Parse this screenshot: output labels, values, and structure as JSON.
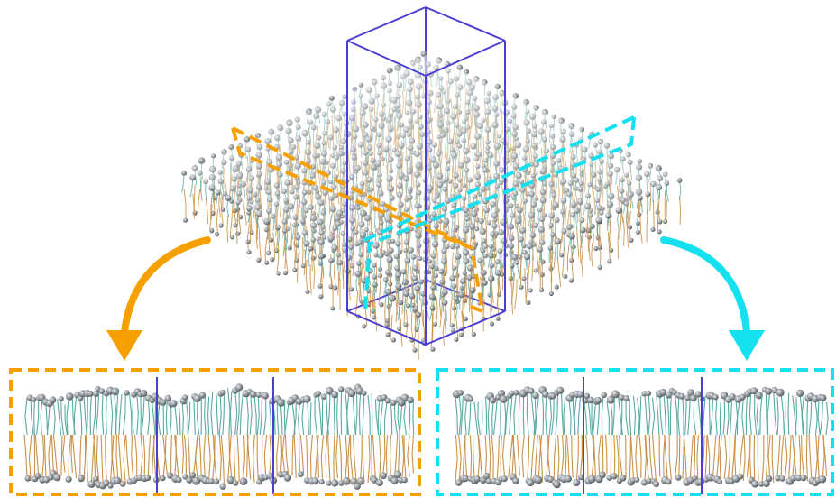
{
  "figure": {
    "colors": {
      "box": "#4a3fd1",
      "upper_leaflet_tails": "#5aa9a3",
      "lower_leaflet_tails": "#c8904a",
      "headgroup": "#8f959a",
      "orange_cut": "#f5a000",
      "cyan_cut": "#14e0f0",
      "background": "#ffffff"
    },
    "components": {
      "membrane_3d": "lipid-bilayer-perspective",
      "simulation_box": "periodic-box-outline",
      "orange_plane": "cross-section-orange",
      "cyan_plane": "cross-section-cyan",
      "left_panel": "orange-slice-periodic-images",
      "right_panel": "cyan-slice-periodic-images"
    },
    "left_panel": {
      "periodic_images": 3,
      "frame_color": "#f5a000"
    },
    "right_panel": {
      "periodic_images": 3,
      "frame_color": "#14e0f0"
    },
    "arrows": [
      {
        "name": "orange-arrow",
        "color": "#f5a000"
      },
      {
        "name": "cyan-arrow",
        "color": "#14e0f0"
      }
    ]
  }
}
